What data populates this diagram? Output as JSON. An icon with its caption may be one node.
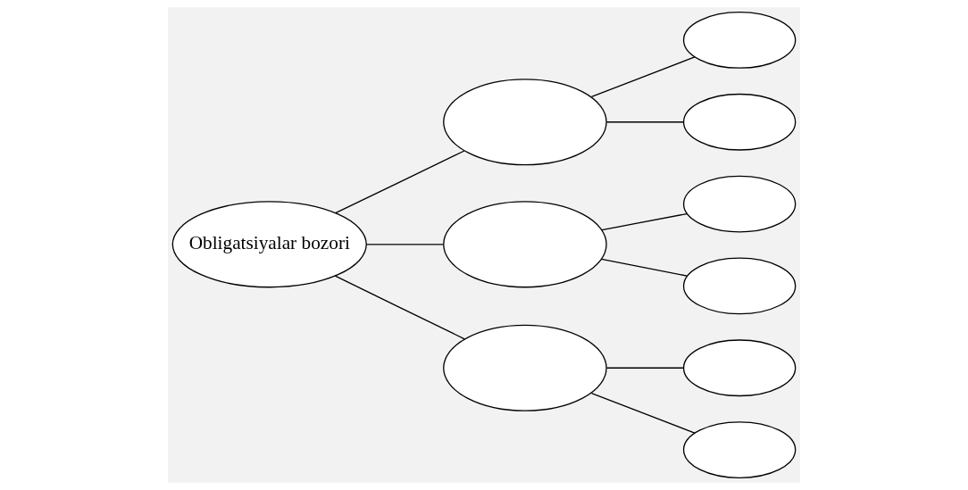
{
  "diagram": {
    "nodes": [
      {
        "text": [
          "Obligatsiyalar bozori"
        ]
      },
      {
        "text": [],
        "shape": "ellipse"
      },
      {
        "text": [],
        "shape": "ellipse"
      },
      {
        "text": [],
        "shape": "ellipse"
      },
      {
        "text": [],
        "shape": "ellipse"
      },
      {
        "text": [],
        "shape": "ellipse"
      },
      {
        "text": [],
        "shape": "ellipse"
      },
      {
        "text": [],
        "shape": "ellipse"
      },
      {
        "text": [],
        "shape": "ellipse"
      },
      {
        "text": [],
        "shape": "ellipse"
      }
    ],
    "edges": [
      {
        "from": 0,
        "to": 1,
        "arrow": "none"
      },
      {
        "from": 0,
        "to": 2,
        "arrow": "none"
      },
      {
        "from": 0,
        "to": 3,
        "arrow": "none"
      },
      {
        "from": 1,
        "to": 4,
        "arrow": "none"
      },
      {
        "from": 1,
        "to": 5,
        "arrow": "none"
      },
      {
        "from": 2,
        "to": 6,
        "arrow": "none"
      },
      {
        "from": 2,
        "to": 7,
        "arrow": "none"
      },
      {
        "from": 3,
        "to": 8,
        "arrow": "none"
      },
      {
        "from": 3,
        "to": 9,
        "arrow": "none"
      }
    ]
  }
}
